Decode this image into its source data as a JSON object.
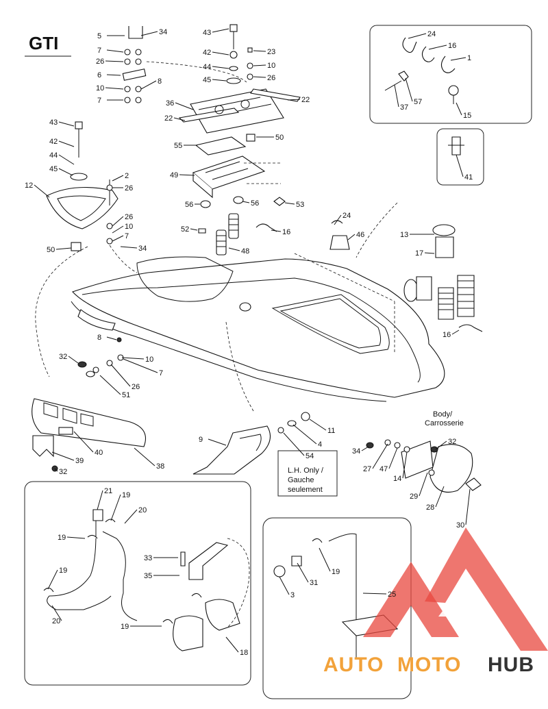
{
  "title": "GTI",
  "notes": {
    "body_line1": "Body/",
    "body_line2": "Carrosserie",
    "lh_line1": "L.H. Only /",
    "lh_line2": "Gauche",
    "lh_line3": "seulement"
  },
  "watermark": {
    "text_auto": "AUTO",
    "text_moto": "MOTO",
    "text_hub": "HUB",
    "color_red": "#e8483f",
    "color_orange": "#f2a23a",
    "color_dark": "#333333"
  },
  "callouts": [
    "5",
    "34",
    "7",
    "26",
    "6",
    "10",
    "8",
    "7",
    "43",
    "42",
    "44",
    "45",
    "23",
    "10",
    "26",
    "36",
    "22",
    "22",
    "55",
    "50",
    "49",
    "56",
    "56",
    "53",
    "52",
    "16",
    "48",
    "24",
    "16",
    "1",
    "37",
    "57",
    "15",
    "41",
    "43",
    "42",
    "44",
    "45",
    "12",
    "2",
    "26",
    "26",
    "10",
    "7",
    "34",
    "50",
    "24",
    "46",
    "13",
    "17",
    "16",
    "8",
    "32",
    "7",
    "10",
    "26",
    "51",
    "39",
    "40",
    "32",
    "38",
    "9",
    "11",
    "4",
    "54",
    "32",
    "34",
    "27",
    "47",
    "14",
    "29",
    "28",
    "30",
    "21",
    "19",
    "20",
    "19",
    "19",
    "20",
    "33",
    "35",
    "19",
    "18",
    "19",
    "31",
    "3",
    "25"
  ]
}
